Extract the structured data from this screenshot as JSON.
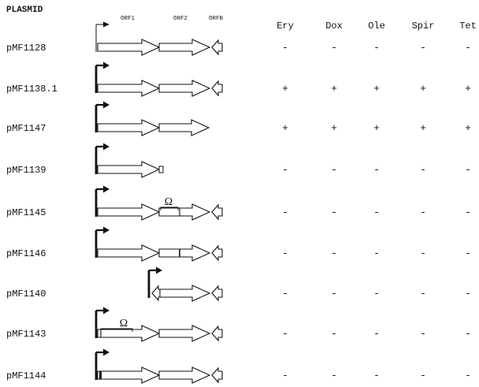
{
  "header": {
    "plasmid": "PLASMID",
    "orf1": "ORF1",
    "orf2": "ORF2",
    "orfb": "ORFB",
    "antibiotics": [
      "Ery",
      "Dox",
      "Ole",
      "Spir",
      "Tet"
    ]
  },
  "omega_symbol": "Ω",
  "rows": [
    {
      "name": "pMF1128",
      "promoter": "thin",
      "results": [
        "-",
        "-",
        "-",
        "-",
        "-"
      ],
      "construct": "full"
    },
    {
      "name": "pMF1138.1",
      "promoter": "thick",
      "results": [
        "+",
        "+",
        "+",
        "+",
        "+"
      ],
      "construct": "full"
    },
    {
      "name": "pMF1147",
      "promoter": "thick",
      "results": [
        "+",
        "+",
        "+",
        "+",
        "+"
      ],
      "construct": "no-orfb"
    },
    {
      "name": "pMF1139",
      "promoter": "thick",
      "results": [
        "-",
        "-",
        "-",
        "-",
        "-"
      ],
      "construct": "orf1-only"
    },
    {
      "name": "pMF1145",
      "promoter": "thick",
      "results": [
        "-",
        "-",
        "-",
        "-",
        "-"
      ],
      "construct": "omega-orf2"
    },
    {
      "name": "pMF1146",
      "promoter": "thick",
      "results": [
        "-",
        "-",
        "-",
        "-",
        "-"
      ],
      "construct": "mark-orf2"
    },
    {
      "name": "pMF1140",
      "promoter": "thick",
      "results": [
        "-",
        "-",
        "-",
        "-",
        "-"
      ],
      "construct": "orf2-orfb"
    },
    {
      "name": "pMF1143",
      "promoter": "thick",
      "results": [
        "-",
        "-",
        "-",
        "-",
        "-"
      ],
      "construct": "omega-orf1"
    },
    {
      "name": "pMF1144",
      "promoter": "thick",
      "results": [
        "-",
        "-",
        "-",
        "-",
        "-"
      ],
      "construct": "mark-orf1"
    }
  ]
}
